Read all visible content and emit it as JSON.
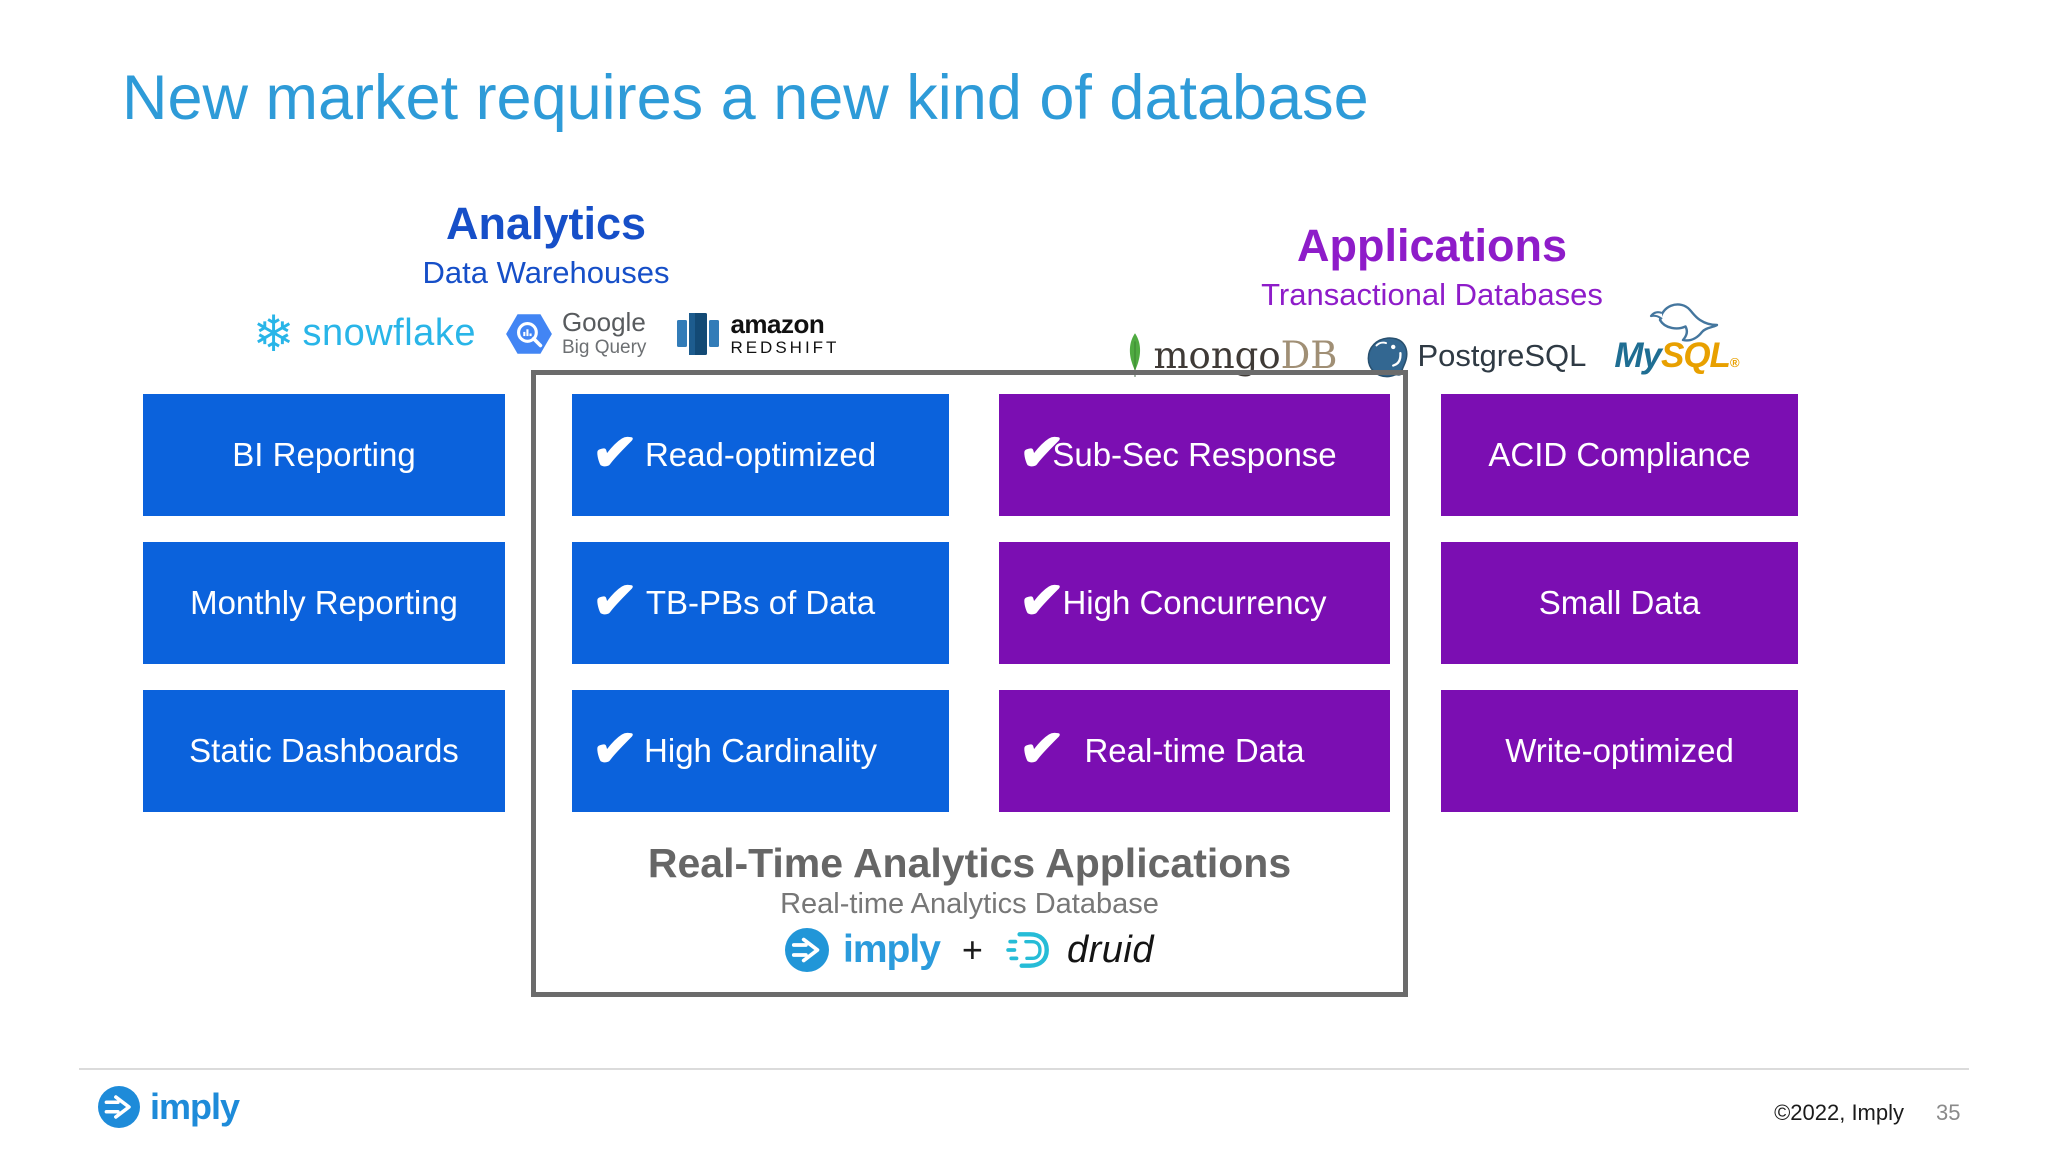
{
  "title": "New market requires a new kind of database",
  "check_glyph": "✔",
  "snowflake_glyph": "❄",
  "analytics": {
    "heading": "Analytics",
    "subheading": "Data Warehouses",
    "logos": {
      "snowflake": {
        "label": "snowflake"
      },
      "bigquery": {
        "label": "Google",
        "sublabel": "Big Query"
      },
      "redshift": {
        "label": "amazon",
        "sublabel": "REDSHIFT"
      }
    }
  },
  "applications": {
    "heading": "Applications",
    "subheading": "Transactional Databases",
    "logos": {
      "mongodb": {
        "label": "mongo",
        "label2": "DB"
      },
      "postgresql": {
        "label": "PostgreSQL"
      },
      "mysql": {
        "label": "My",
        "label2": "SQL",
        "mark": "®"
      }
    }
  },
  "columns": {
    "analytics_use_cases": [
      "BI Reporting",
      "Monthly Reporting",
      "Static Dashboards"
    ],
    "analytics_capabilities": [
      "Read-optimized",
      "TB-PBs of Data",
      "High Cardinality"
    ],
    "applications_capabilities": [
      "Sub-Sec Response",
      "High Concurrency",
      "Real-time Data"
    ],
    "applications_use_cases": [
      "ACID Compliance",
      "Small Data",
      "Write-optimized"
    ]
  },
  "center_box": {
    "heading": "Real-Time Analytics Applications",
    "subheading": "Real-time Analytics Database",
    "imply_label": "imply",
    "plus": "+",
    "druid_label": "druid"
  },
  "footer": {
    "logo_text": "imply",
    "copyright": "©2022, Imply",
    "page_number": "35"
  },
  "colors": {
    "title": "#2E9BD8",
    "analytics_heading": "#164FC8",
    "applications_heading": "#8E1CC9",
    "box_blue": "#0B62DC",
    "box_purple": "#7B0EB2",
    "frame_gray": "#6B6B6B",
    "caption_heading": "#666666",
    "caption_subheading": "#777777",
    "imply_blue": "#1E8BD9",
    "druid_cyan": "#26BCD7",
    "snowflake_cyan": "#29B5E8",
    "google_blue": "#4285F4",
    "mongodb_green": "#4FAA41",
    "postgres_slate": "#336791",
    "mysql_blue": "#1F6E93",
    "mysql_orange": "#E8A000"
  }
}
